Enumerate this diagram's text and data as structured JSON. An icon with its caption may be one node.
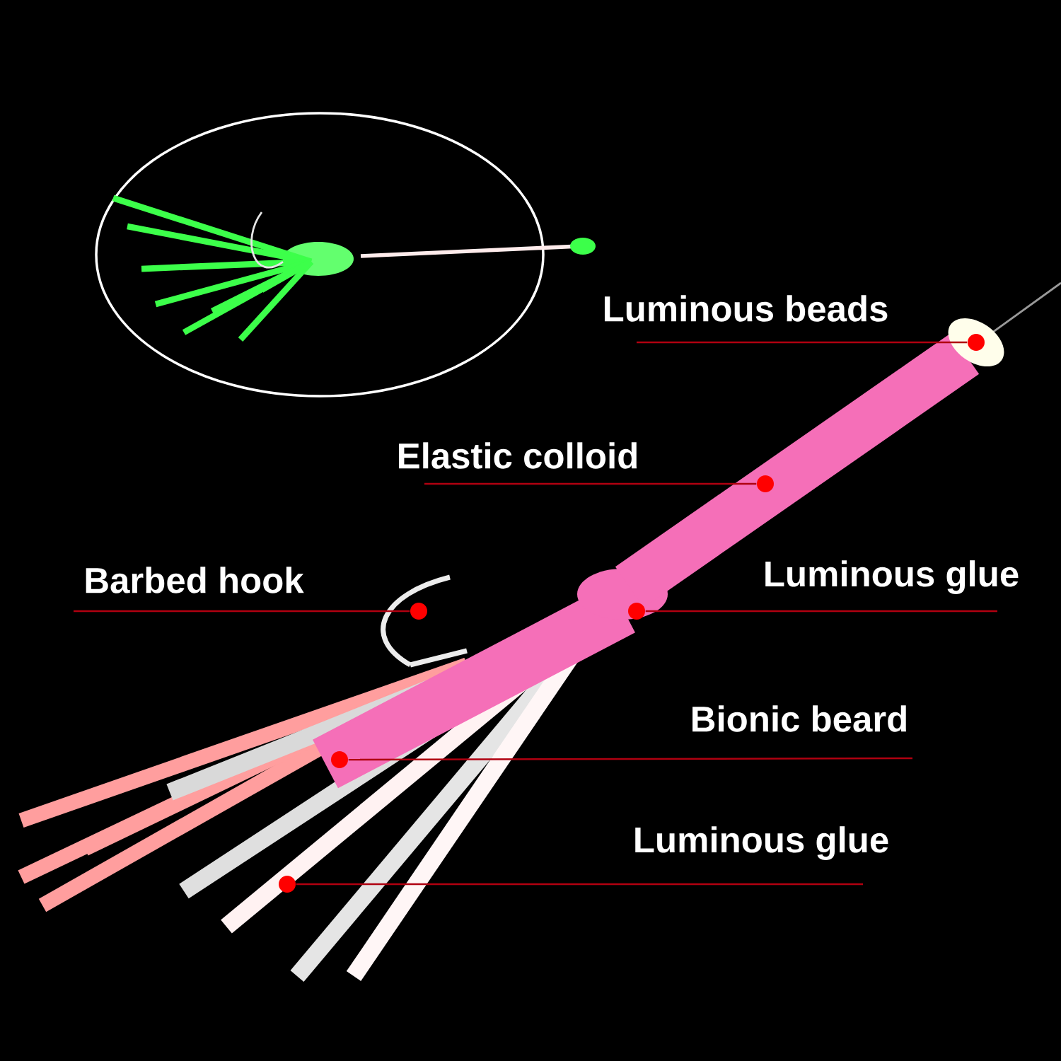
{
  "diagram": {
    "nodes": [
      {
        "text": [
          "Luminous beads"
        ]
      },
      {
        "text": [
          "Elastic colloid"
        ]
      },
      {
        "text": [
          "Barbed hook"
        ]
      },
      {
        "text": [
          "Luminous glue"
        ]
      },
      {
        "text": [
          "Bionic beard"
        ]
      },
      {
        "text": [
          "Luminous glue"
        ]
      },
      {
        "text": [],
        "shape": "circle"
      },
      {
        "text": [],
        "shape": "circle"
      },
      {
        "text": [],
        "shape": "circle"
      },
      {
        "text": [],
        "shape": "circle"
      },
      {
        "text": [],
        "shape": "circle"
      },
      {
        "text": [],
        "shape": "circle"
      }
    ],
    "edges": [
      {
        "from": 0,
        "to": 6,
        "arrow": "none"
      },
      {
        "from": 1,
        "to": 8,
        "arrow": "none"
      },
      {
        "from": 2,
        "to": 7,
        "arrow": "none"
      },
      {
        "from": 3,
        "to": 9,
        "arrow": "none"
      },
      {
        "from": 4,
        "to": 10,
        "arrow": "none"
      },
      {
        "from": 5,
        "to": 11,
        "arrow": "none"
      }
    ]
  }
}
